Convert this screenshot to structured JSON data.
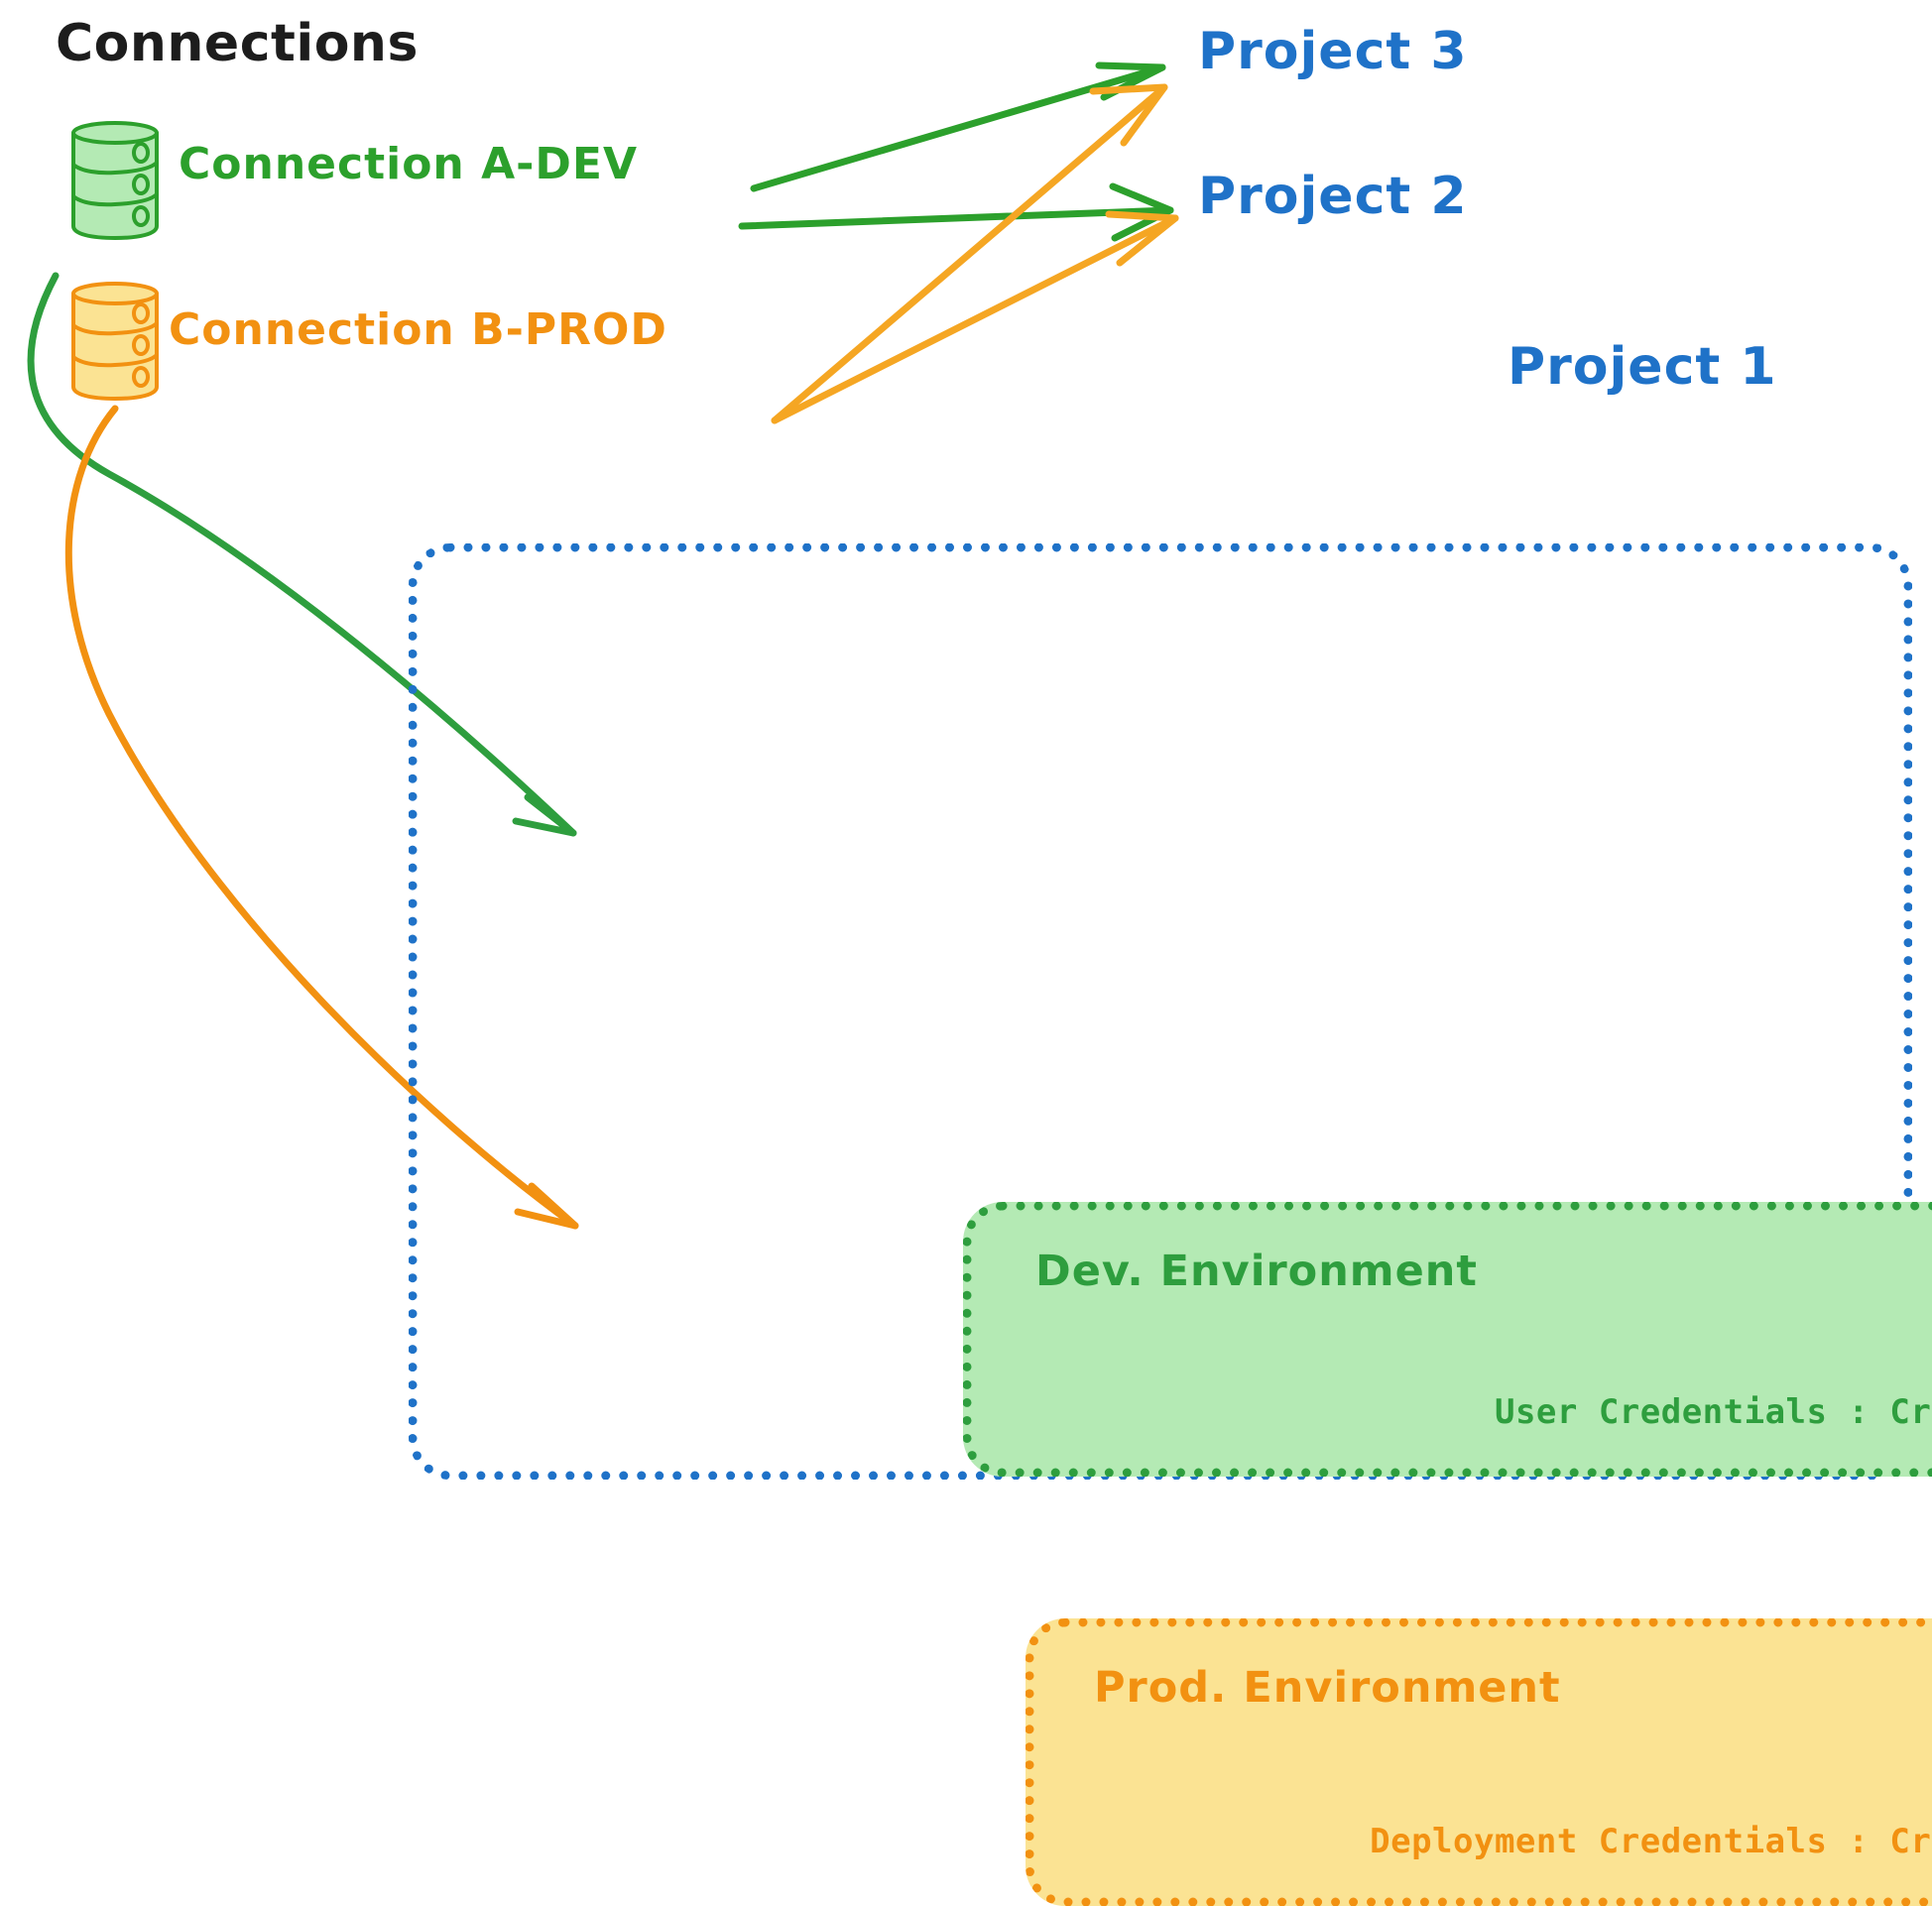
{
  "diagram": {
    "title": "Connections",
    "colors": {
      "green": "#2ca02c",
      "green_dark": "#2e9e3e",
      "green_fill": "#b4eab4",
      "orange": "#f29111",
      "orange_fill": "#fbe393",
      "blue": "#1f72c8",
      "black": "#1d1d1d"
    },
    "connections": [
      {
        "id": "a-dev",
        "label": "Connection A-DEV",
        "icon": "database-icon",
        "color": "#2ca02c"
      },
      {
        "id": "b-prod",
        "label": "Connection B-PROD",
        "icon": "database-icon",
        "color": "#f29111"
      }
    ],
    "projects": [
      {
        "id": "p3",
        "label": "Project 3"
      },
      {
        "id": "p2",
        "label": "Project 2"
      },
      {
        "id": "p1",
        "label": "Project 1"
      }
    ],
    "project1": {
      "label": "Project 1",
      "environments": [
        {
          "id": "dev",
          "title": "Dev. Environment",
          "credentials_label": "User Credentials",
          "credentials_value": "Credentials A",
          "credentials_line": "User Credentials : Credentials A",
          "color": "#2e9e3e",
          "fill": "#b4eab4"
        },
        {
          "id": "prod",
          "title": "Prod. Environment",
          "credentials_label": "Deployment Credentials",
          "credentials_value": "Credentials B",
          "credentials_line": "Deployment Credentials : Credentials B",
          "color": "#f29111",
          "fill": "#fbe393"
        }
      ]
    },
    "edges": [
      {
        "from": "a-dev",
        "to": "p3",
        "color": "#2ca02c"
      },
      {
        "from": "a-dev",
        "to": "p2",
        "color": "#2ca02c"
      },
      {
        "from": "a-dev",
        "to": "dev",
        "color": "#2ca02c"
      },
      {
        "from": "b-prod",
        "to": "p3",
        "color": "#f5a623"
      },
      {
        "from": "b-prod",
        "to": "p2",
        "color": "#f5a623"
      },
      {
        "from": "b-prod",
        "to": "prod",
        "color": "#f29111"
      }
    ]
  }
}
